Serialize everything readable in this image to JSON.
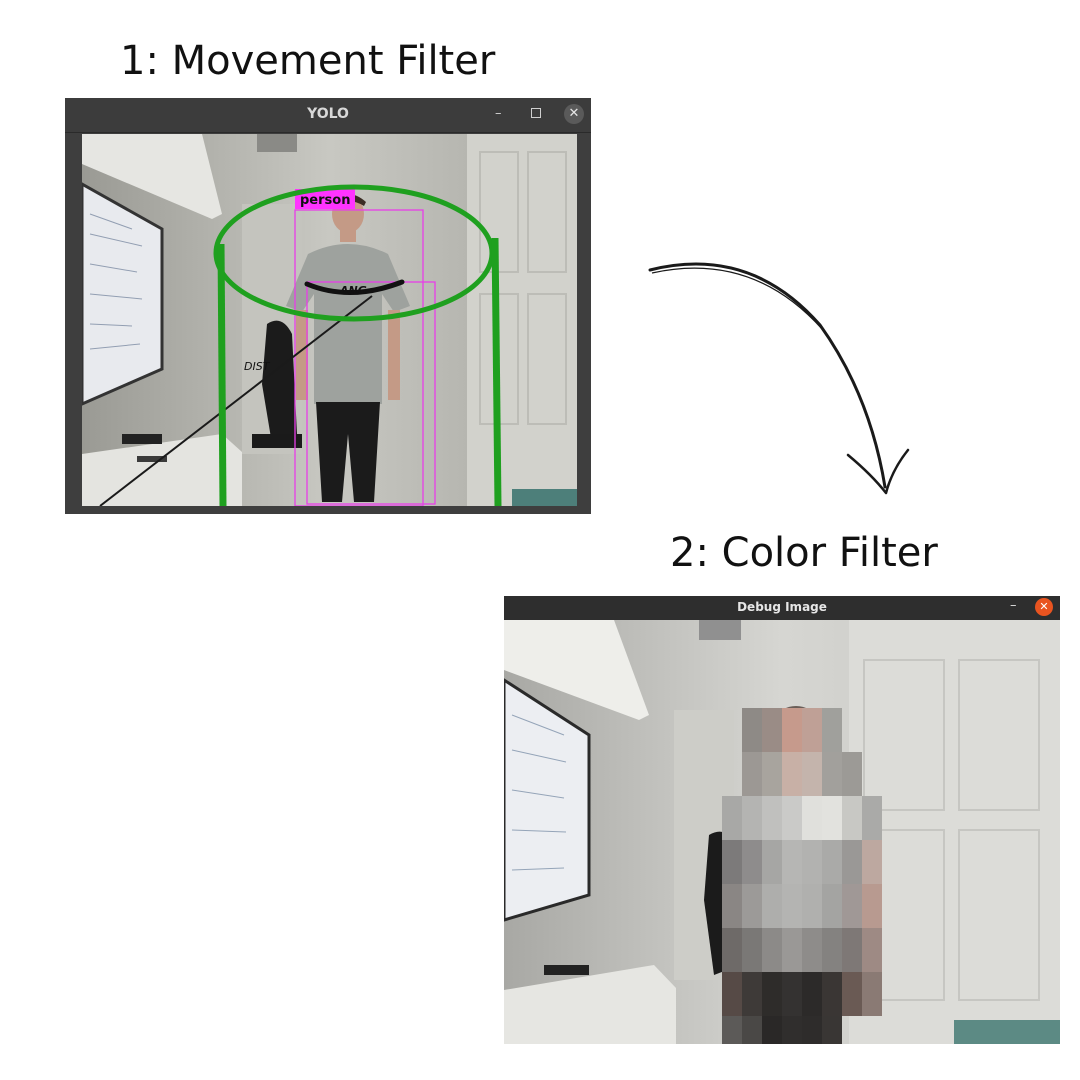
{
  "headings": {
    "step1": "1: Movement Filter",
    "step2": "2: Color Filter"
  },
  "yolo_window": {
    "title": "YOLO",
    "minimize_glyph": "–",
    "close_glyph": "✕",
    "detection_label": "person",
    "angle_label": "ANG",
    "distance_label": "DIST",
    "colors": {
      "detection_box": "#e83ee8",
      "label_background": "#ff33ff",
      "cylinder": "#1fa01f"
    }
  },
  "debug_window": {
    "title": "Debug Image",
    "minimize_glyph": "–",
    "close_glyph": "✕",
    "colors": {
      "close_button": "#e95420"
    }
  },
  "arrow": {
    "icon": "curved-arrow-icon",
    "color": "#1a1a1a"
  }
}
